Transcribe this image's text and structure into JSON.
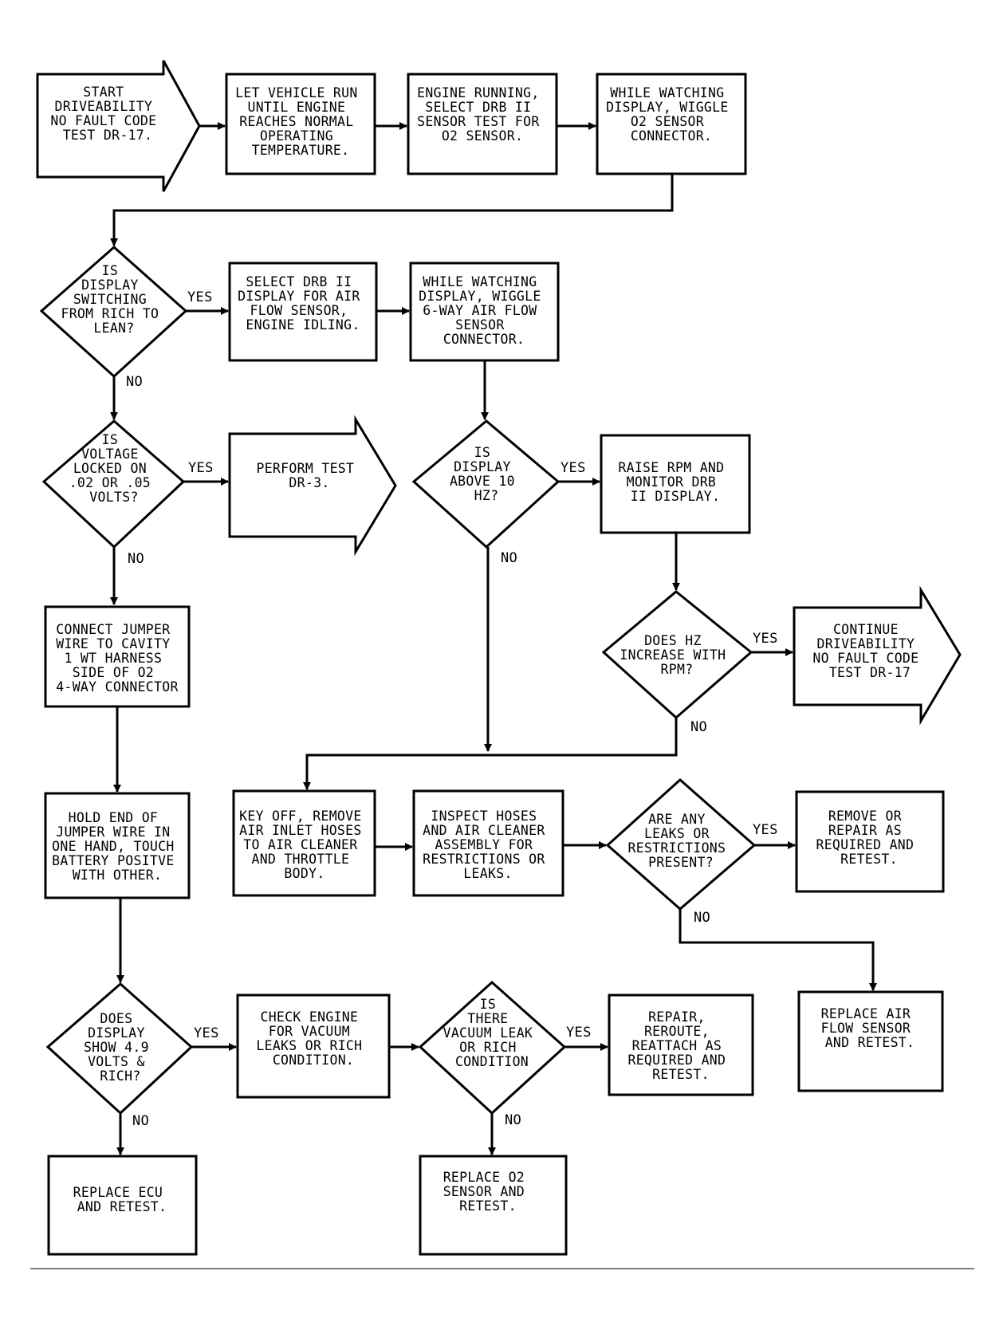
{
  "nodes": {
    "start": [
      "START",
      "DRIVEABILITY",
      "NO FAULT CODE",
      "TEST DR-17."
    ],
    "let_run": [
      "LET VEHICLE RUN",
      "UNTIL ENGINE",
      "REACHES NORMAL",
      "OPERATING",
      "TEMPERATURE."
    ],
    "select_o2": [
      "ENGINE RUNNING,",
      "SELECT DRB II",
      "SENSOR TEST FOR",
      "O2 SENSOR."
    ],
    "wiggle_o2": [
      "WHILE WATCHING",
      "DISPLAY, WIGGLE",
      "O2 SENSOR",
      "CONNECTOR."
    ],
    "q_switching": [
      "IS",
      "DISPLAY",
      "SWITCHING",
      "FROM RICH TO",
      "LEAN?"
    ],
    "select_airflow": [
      "SELECT DRB II",
      "DISPLAY FOR AIR",
      "FLOW SENSOR,",
      "ENGINE IDLING."
    ],
    "wiggle_airflow": [
      "WHILE WATCHING",
      "DISPLAY, WIGGLE",
      "6-WAY AIR FLOW",
      "SENSOR",
      "CONNECTOR."
    ],
    "q_voltage": [
      "IS",
      "VOLTAGE",
      "LOCKED ON",
      ".02 OR .05",
      "VOLTS?"
    ],
    "perform_dr3": [
      "PERFORM TEST",
      "DR-3."
    ],
    "q_above10": [
      "IS",
      "DISPLAY",
      "ABOVE 10",
      "HZ?"
    ],
    "raise_rpm": [
      "RAISE RPM AND",
      "MONITOR DRB",
      "II DISPLAY."
    ],
    "q_hz_increase": [
      "DOES HZ",
      "INCREASE WITH",
      "RPM?"
    ],
    "continue": [
      "CONTINUE",
      "DRIVEABILITY",
      "NO FAULT CODE",
      "TEST DR-17"
    ],
    "connect_jumper": [
      "CONNECT JUMPER",
      "WIRE TO CAVITY",
      "1 WT HARNESS",
      "SIDE OF O2",
      "4-WAY CONNECTOR"
    ],
    "hold_jumper": [
      "HOLD END OF",
      "JUMPER WIRE IN",
      "ONE HAND, TOUCH",
      "BATTERY POSITVE",
      "WITH OTHER."
    ],
    "key_off": [
      "KEY OFF, REMOVE",
      "AIR INLET HOSES",
      "TO AIR CLEANER",
      "AND THROTTLE",
      "BODY."
    ],
    "inspect_hoses": [
      "INSPECT HOSES",
      "AND AIR CLEANER",
      "ASSEMBLY FOR",
      "RESTRICTIONS OR",
      "LEAKS."
    ],
    "q_leaks": [
      "ARE ANY",
      "LEAKS OR",
      "RESTRICTIONS",
      "PRESENT?"
    ],
    "remove_repair": [
      "REMOVE OR",
      "REPAIR AS",
      "REQUIRED AND",
      "RETEST."
    ],
    "replace_airflow": [
      "REPLACE AIR",
      "FLOW SENSOR",
      "AND RETEST."
    ],
    "q_show49": [
      "DOES",
      "DISPLAY",
      "SHOW 4.9",
      "VOLTS &",
      "RICH?"
    ],
    "check_engine": [
      "CHECK ENGINE",
      "FOR VACUUM",
      "LEAKS OR RICH",
      "CONDITION."
    ],
    "q_vacuum": [
      "IS",
      "THERE",
      "VACUUM LEAK",
      "OR RICH",
      "CONDITION"
    ],
    "repair_reroute": [
      "REPAIR,",
      "REROUTE,",
      "REATTACH AS",
      "REQUIRED AND",
      "RETEST."
    ],
    "replace_ecu": [
      "REPLACE ECU",
      "AND RETEST."
    ],
    "replace_o2": [
      "REPLACE O2",
      "SENSOR AND",
      "RETEST."
    ]
  },
  "branch_labels": {
    "yes_switching": "YES",
    "no_switching": "NO",
    "yes_voltage": "YES",
    "no_voltage": "NO",
    "yes_above10": "YES",
    "no_above10": "NO",
    "yes_hz": "YES",
    "no_hz": "NO",
    "yes_leaks": "YES",
    "no_leaks": "NO",
    "yes_show49": "YES",
    "no_show49": "NO",
    "yes_vacuum": "YES",
    "no_vacuum": "NO"
  }
}
